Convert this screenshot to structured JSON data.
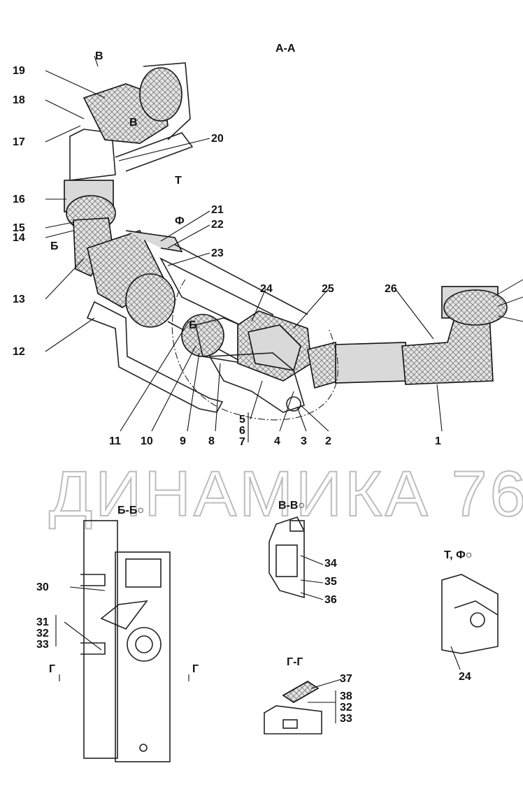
{
  "watermark": "ДИНАМИКА 76",
  "sections": {
    "aa": "А-А",
    "b_mark_top": "В",
    "b_mark_inner": "В",
    "t_mark": "Т",
    "f_mark": "Ф",
    "bb_mark_left": "Б",
    "bb_mark_mid": "Б",
    "bb_view": "Б-Б○",
    "vv_view": "В-В○",
    "tf_view": "Т, Ф○",
    "gg_view": "Г-Г",
    "g_left": "Г",
    "g_right": "Г"
  },
  "callouts": {
    "c1": "1",
    "c2": "2",
    "c3": "3",
    "c4": "4",
    "c5": "5",
    "c6": "6",
    "c7": "7",
    "c8": "8",
    "c9": "9",
    "c10": "10",
    "c11": "11",
    "c12": "12",
    "c13": "13",
    "c14": "14",
    "c15": "15",
    "c16": "16",
    "c17": "17",
    "c18": "18",
    "c19": "19",
    "c20": "20",
    "c21": "21",
    "c22": "22",
    "c23": "23",
    "c24": "24",
    "c25": "25",
    "c26": "26",
    "c30": "30",
    "c31": "31",
    "c32a": "32",
    "c33a": "33",
    "c34": "34",
    "c35": "35",
    "c36": "36",
    "c37": "37",
    "c38": "38",
    "c32b": "32",
    "c33b": "33",
    "c24b": "24"
  }
}
